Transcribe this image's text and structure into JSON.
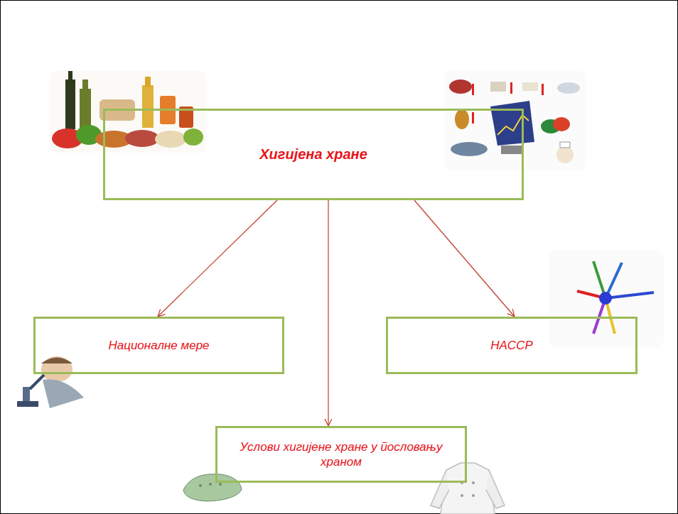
{
  "diagram": {
    "nodes": [
      {
        "text": [
          "Хигијена хране"
        ]
      },
      {
        "text": [
          "Националне мере"
        ]
      },
      {
        "text": [
          "HACCP"
        ]
      },
      {
        "text": [
          "Услови хигијене хране у пословању храном"
        ]
      }
    ],
    "edges": [
      {
        "from": 0,
        "to": 1,
        "arrow": "to"
      },
      {
        "from": 0,
        "to": 3,
        "arrow": "to"
      },
      {
        "from": 0,
        "to": 2,
        "arrow": "to"
      }
    ]
  }
}
